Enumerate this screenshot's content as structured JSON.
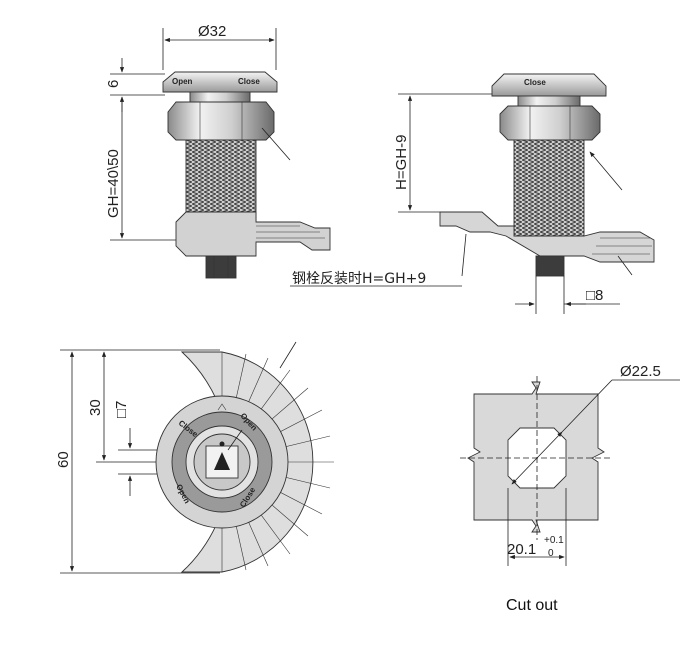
{
  "diagram": {
    "side_view_left": {
      "dim_diameter": "Ø32",
      "dim_head_height": "6",
      "dim_grip": "GH=40\\50",
      "engraving_open": "Open",
      "engraving_close": "Close"
    },
    "side_view_right": {
      "dim_height": "H=GH-9",
      "dim_square": "□8",
      "note_reversed": "钢栓反装时H=GH+9"
    },
    "front_view": {
      "dim_overall": "60",
      "dim_half": "30",
      "dim_square": "□7",
      "label_open_top": "Open",
      "label_close_top": "Close",
      "label_open_bottom": "Open",
      "label_close_bottom": "Close"
    },
    "cutout_view": {
      "dim_diameter": "Ø22.5",
      "dim_width": "20.1",
      "tol_upper": "+0.1",
      "tol_lower": "0",
      "caption": "Cut out"
    }
  },
  "colors": {
    "metal_light": "#e4e4e4",
    "metal_mid": "#c9c9c9",
    "metal_dark": "#6f6f6f",
    "thread_dark": "#3a3a3a",
    "panel_gray": "#d9d9d9",
    "line": "#222222"
  }
}
